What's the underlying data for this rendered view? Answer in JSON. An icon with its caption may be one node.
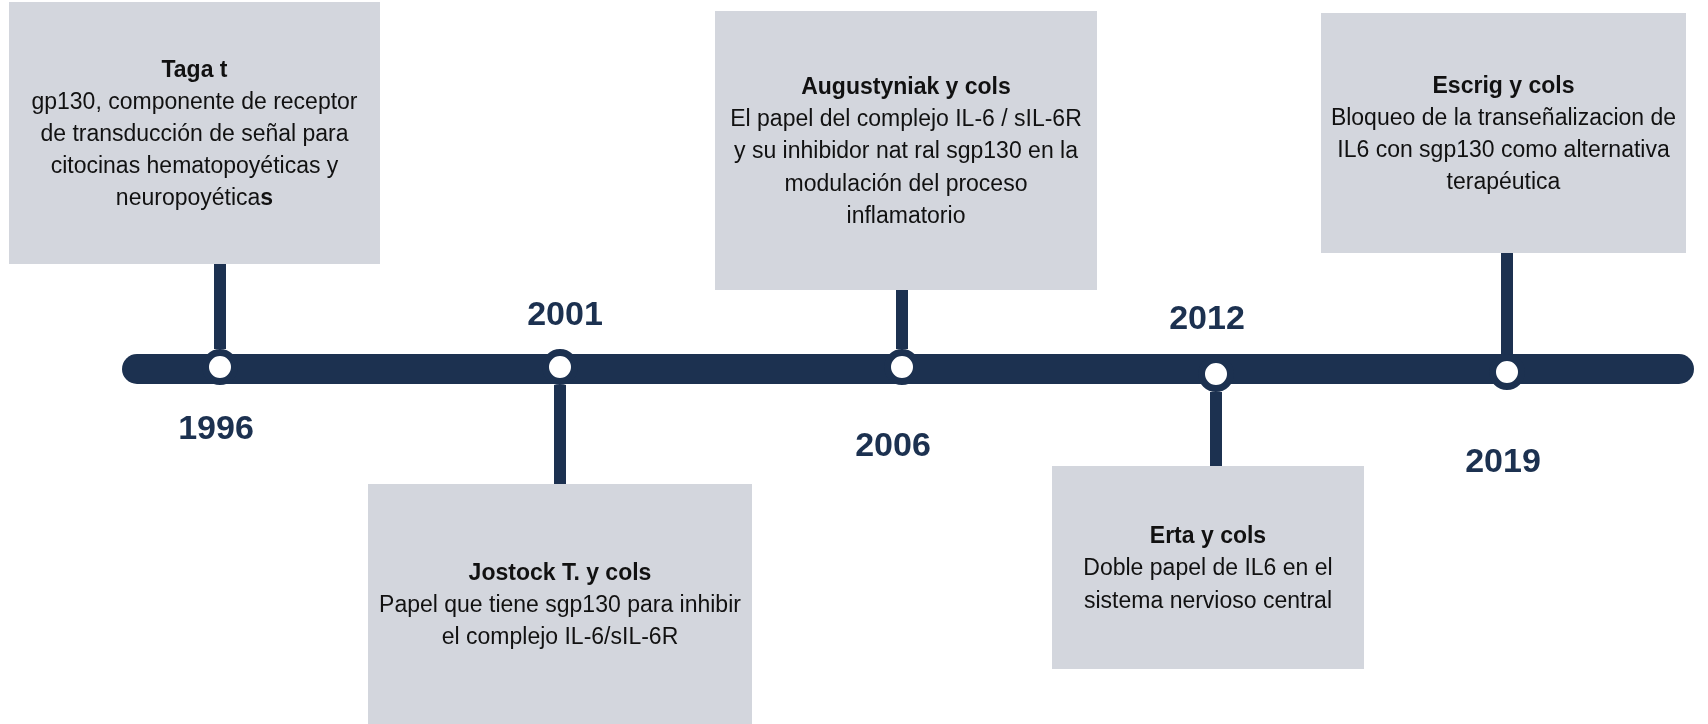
{
  "diagram": {
    "nodes": [
      {
        "text": [
          "Taga t",
          "gp130, componente de receptor de transducción de señal para citocinas hematopoyéticas y neuropoyética**s**"
        ]
      },
      {
        "text": [
          "Jostock T. y cols",
          "Papel que tiene sgp130 para inhibir el complejo IL-6/sIL-6R"
        ]
      },
      {
        "text": [
          "Augustyniak y cols",
          "El papel del complejo IL-6 / sIL-6R y su inhibidor nat ral sgp130 en la modulación del proceso inflamatorio"
        ]
      },
      {
        "text": [
          "Erta y cols",
          "Doble papel de IL6 en el sistema nervioso central"
        ]
      },
      {
        "text": [
          "Escrig y cols",
          "Bloqueo de la transeñalizacion de IL6 con sgp130 como alternativa terapéutica"
        ]
      },
      {
        "text": [],
        "shape": "circle",
        "beside": [
          "1996"
        ]
      },
      {
        "text": [],
        "shape": "circle",
        "beside": [
          "2001"
        ]
      },
      {
        "text": [],
        "shape": "circle",
        "beside": [
          "2006"
        ]
      },
      {
        "text": [],
        "shape": "circle",
        "beside": [
          "2012"
        ]
      },
      {
        "text": [],
        "shape": "circle",
        "beside": [
          "2019"
        ]
      }
    ],
    "edges": [
      {
        "from": 0,
        "to": 5,
        "arrow": "none"
      },
      {
        "from": 1,
        "to": 6,
        "arrow": "none"
      },
      {
        "from": 2,
        "to": 7,
        "arrow": "none"
      },
      {
        "from": 3,
        "to": 8,
        "arrow": "none"
      },
      {
        "from": 4,
        "to": 9,
        "arrow": "none"
      }
    ]
  }
}
